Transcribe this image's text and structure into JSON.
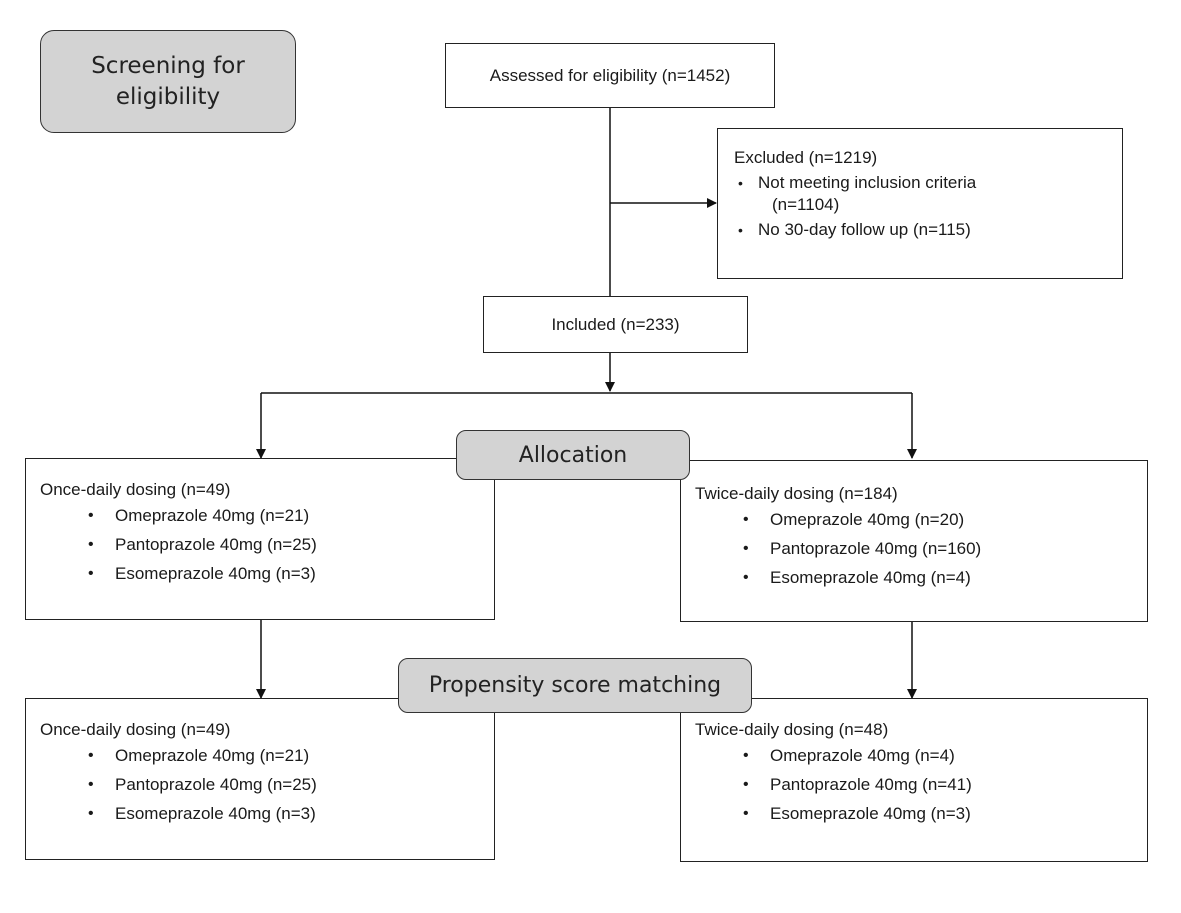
{
  "stage_labels": {
    "screening": "Screening for eligibility",
    "allocation": "Allocation",
    "matching": "Propensity score matching"
  },
  "assessed": "Assessed for eligibility (n=1452)",
  "excluded": {
    "title": "Excluded (n=1219)",
    "reasons": [
      {
        "text": "Not meeting inclusion criteria",
        "cont": "(n=1104)"
      },
      {
        "text": "No 30-day follow up (n=115)",
        "cont": ""
      }
    ]
  },
  "included": "Included (n=233)",
  "allocation": {
    "once": {
      "title": "Once-daily dosing (n=49)",
      "items": [
        "Omeprazole 40mg (n=21)",
        "Pantoprazole 40mg (n=25)",
        "Esomeprazole 40mg (n=3)"
      ]
    },
    "twice": {
      "title": "Twice-daily dosing (n=184)",
      "items": [
        "Omeprazole 40mg (n=20)",
        "Pantoprazole 40mg (n=160)",
        "Esomeprazole 40mg (n=4)"
      ]
    }
  },
  "matched": {
    "once": {
      "title": "Once-daily dosing (n=49)",
      "items": [
        "Omeprazole 40mg (n=21)",
        "Pantoprazole 40mg (n=25)",
        "Esomeprazole 40mg (n=3)"
      ]
    },
    "twice": {
      "title": "Twice-daily dosing (n=48)",
      "items": [
        "Omeprazole 40mg (n=4)",
        "Pantoprazole 40mg (n=41)",
        "Esomeprazole 40mg (n=3)"
      ]
    }
  }
}
